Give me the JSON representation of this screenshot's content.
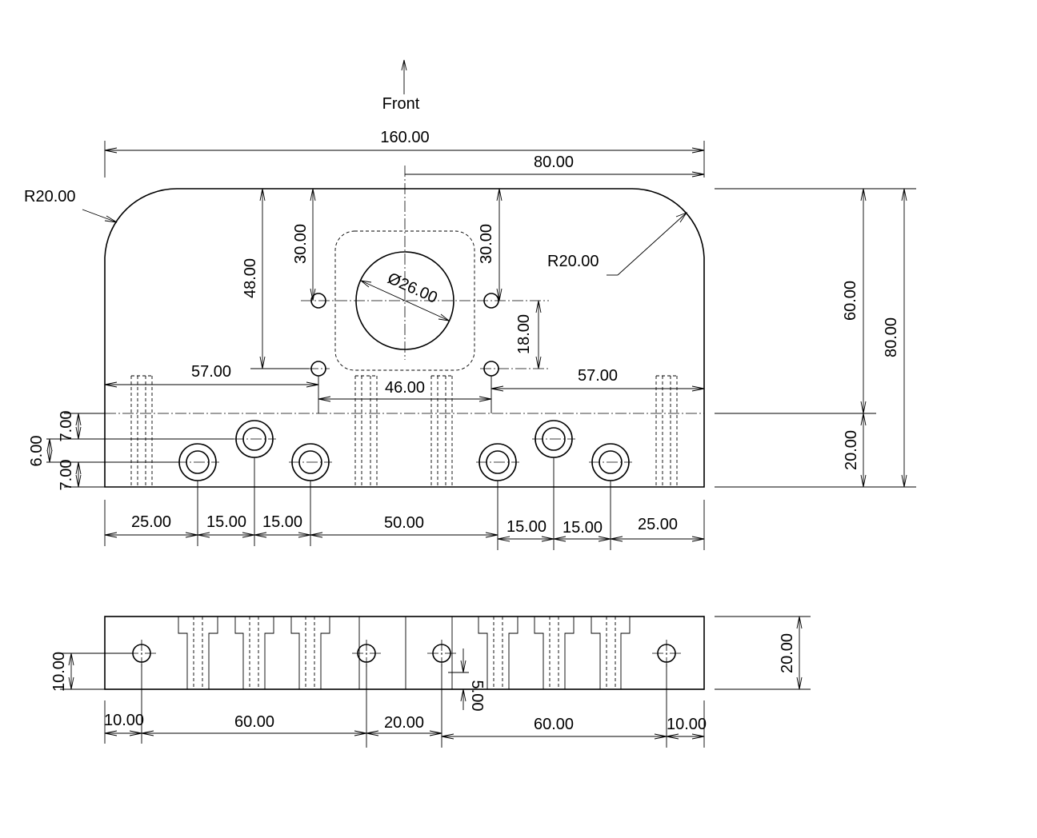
{
  "view_label": "Front",
  "dims": {
    "overall_width": "160.00",
    "half_width": "80.00",
    "radius_left": "R20.00",
    "radius_right": "R20.00",
    "bore_diameter": "Ø26.00",
    "hole_offset_left": "48.00",
    "hole_offset_top_left": "30.00",
    "hole_offset_top_right": "30.00",
    "hole_spacing_vertical": "18.00",
    "hole_spacing_horizontal": "46.00",
    "edge_to_hole_left": "57.00",
    "edge_to_hole_right": "57.00",
    "height_upper": "60.00",
    "height_total": "80.00",
    "height_lower": "20.00",
    "counterbore_offset_top": "7.00",
    "counterbore_spacing": "6.00",
    "counterbore_offset_bottom": "7.00",
    "spacing_row": [
      "25.00",
      "15.00",
      "15.00",
      "50.00",
      "15.00",
      "15.00",
      "25.00"
    ],
    "side_height": "20.00",
    "side_hole_height": "10.00",
    "side_hole_depth": "5.00",
    "side_spacing_row": [
      "10.00",
      "60.00",
      "20.00",
      "60.00",
      "10.00"
    ]
  }
}
